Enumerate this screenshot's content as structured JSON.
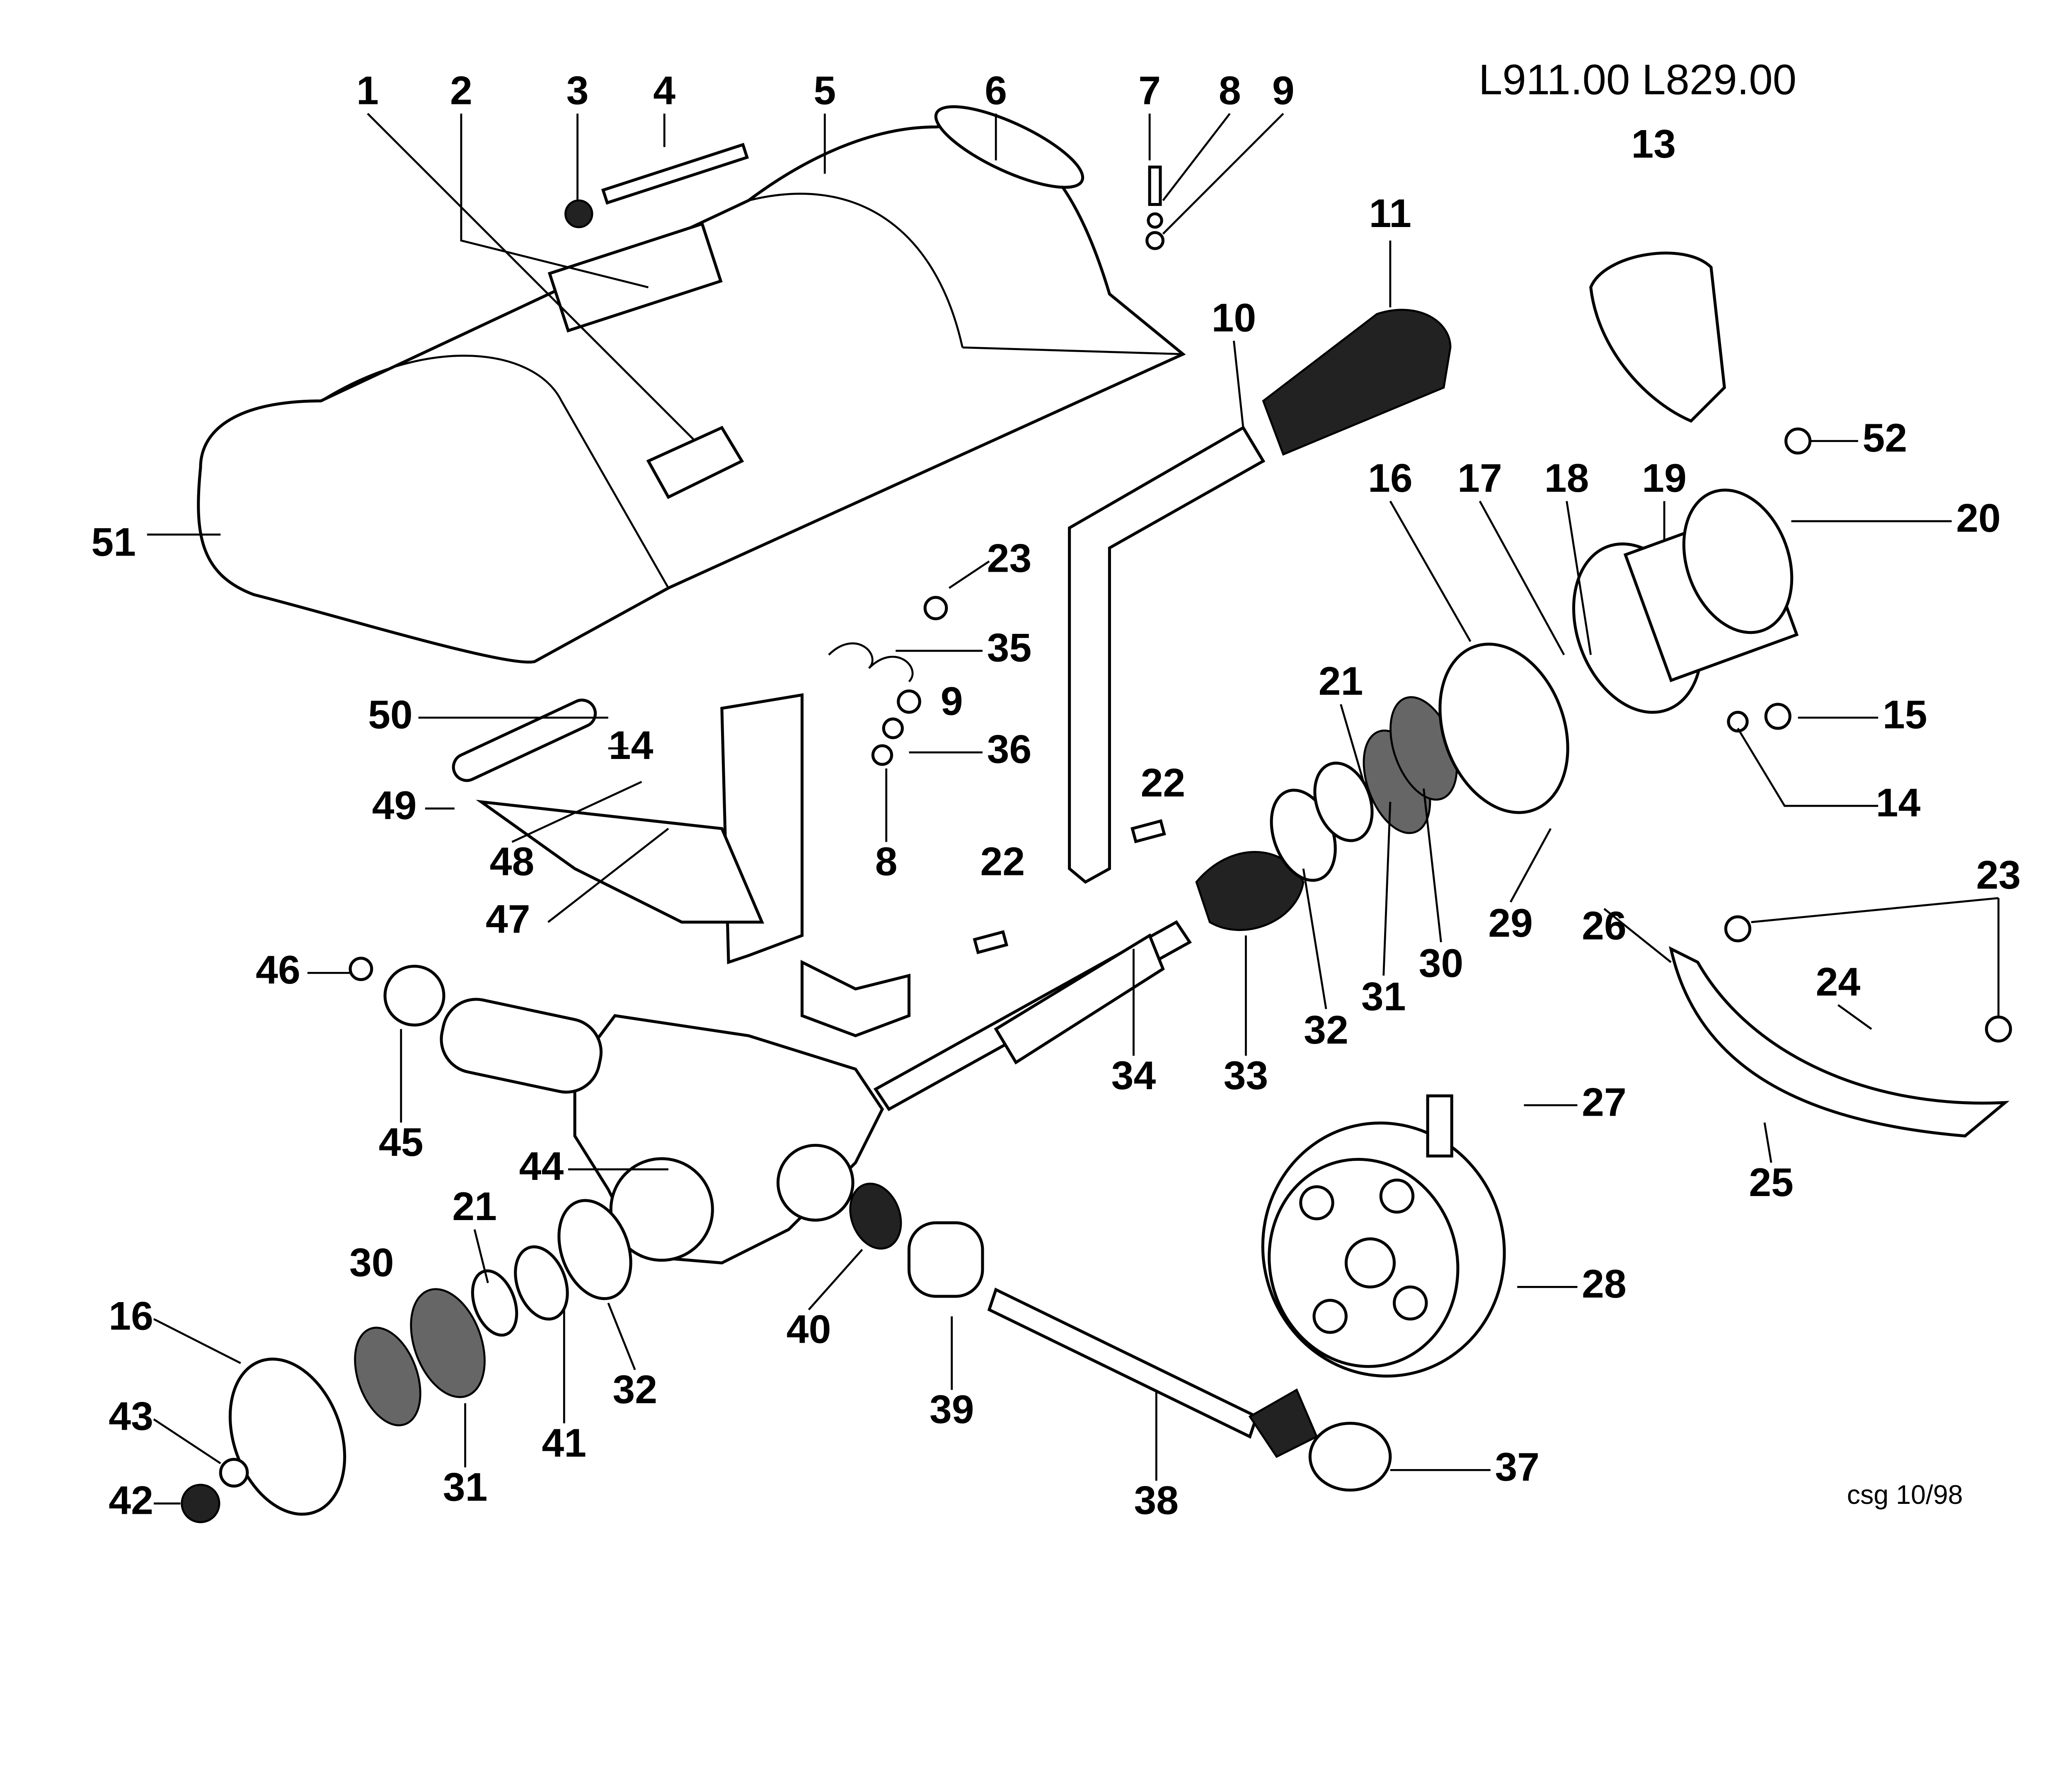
{
  "header": {
    "model_codes": "L911.00   L829.00"
  },
  "footer": {
    "drawing_ref": "csg 10/98"
  },
  "callouts": [
    "1",
    "2",
    "3",
    "4",
    "5",
    "6",
    "7",
    "8",
    "9",
    "13",
    "11",
    "10",
    "16",
    "17",
    "18",
    "19",
    "52",
    "20",
    "51",
    "23",
    "35",
    "21",
    "15",
    "50",
    "14",
    "9",
    "36",
    "22",
    "14",
    "49",
    "48",
    "8",
    "22",
    "23",
    "47",
    "29",
    "26",
    "30",
    "24",
    "46",
    "32",
    "31",
    "34",
    "33",
    "27",
    "45",
    "25",
    "44",
    "21",
    "30",
    "28",
    "16",
    "40",
    "32",
    "39",
    "43",
    "41",
    "37",
    "31",
    "38",
    "42"
  ]
}
